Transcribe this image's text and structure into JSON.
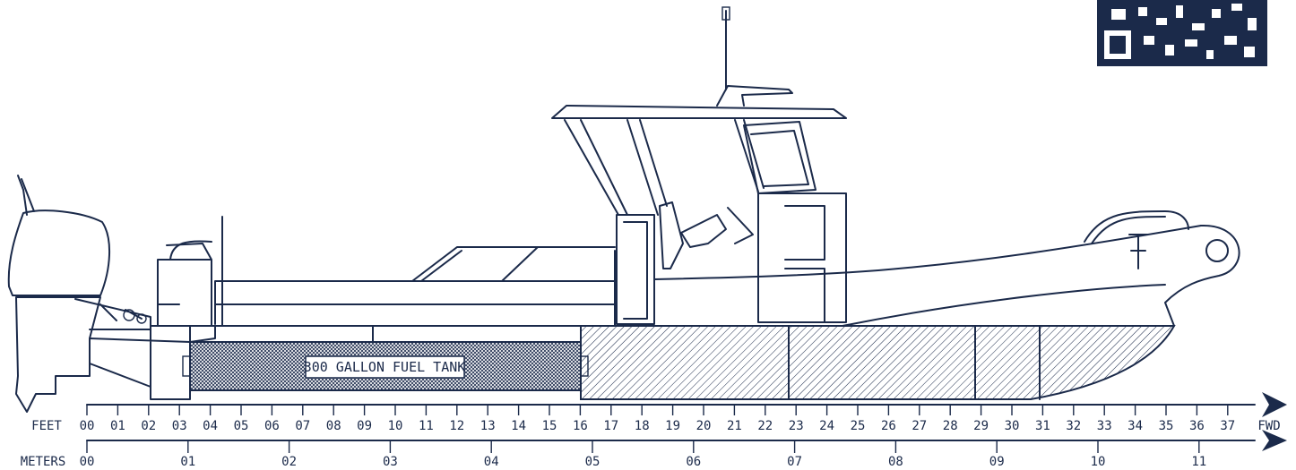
{
  "fuel_tank_label": "300 GALLON FUEL TANK",
  "scale": {
    "feet": {
      "label": "FEET",
      "ticks": [
        "00",
        "01",
        "02",
        "03",
        "04",
        "05",
        "06",
        "07",
        "08",
        "09",
        "10",
        "11",
        "12",
        "13",
        "14",
        "15",
        "16",
        "17",
        "18",
        "19",
        "20",
        "21",
        "22",
        "23",
        "24",
        "25",
        "26",
        "27",
        "28",
        "29",
        "30",
        "31",
        "32",
        "33",
        "34",
        "35",
        "36",
        "37"
      ],
      "end_label": "FWD"
    },
    "meters": {
      "label": "METERS",
      "ticks": [
        "00",
        "01",
        "02",
        "03",
        "04",
        "05",
        "06",
        "07",
        "08",
        "09",
        "10",
        "11"
      ]
    }
  },
  "colors": {
    "ink": "#1b2a4a",
    "background": "#ffffff"
  },
  "icons": {
    "corner_mark": "qr-code-icon"
  }
}
